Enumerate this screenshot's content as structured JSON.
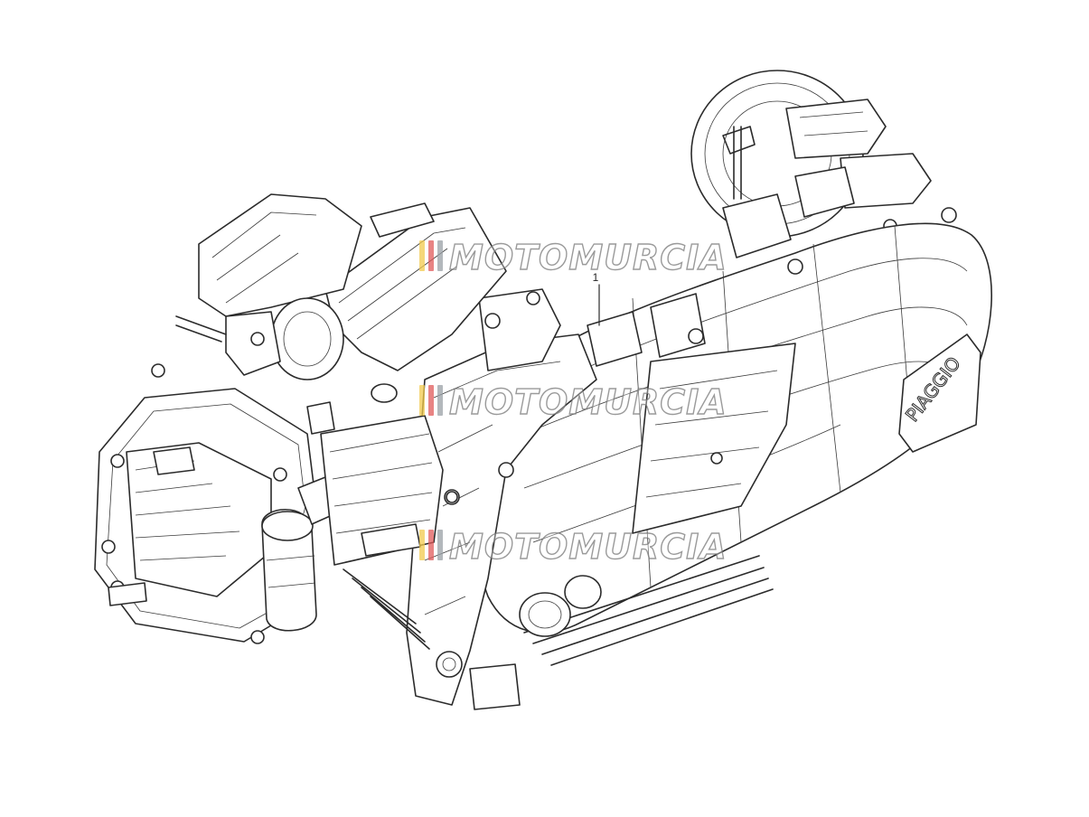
{
  "diagram": {
    "callout_label": "1",
    "brand_mark": "PIAGGIO",
    "watermark": {
      "text": "MOTOMURCIA",
      "stripe_colors": [
        "#f2c94c",
        "#e05a5a",
        "#9aa0a6"
      ]
    }
  }
}
